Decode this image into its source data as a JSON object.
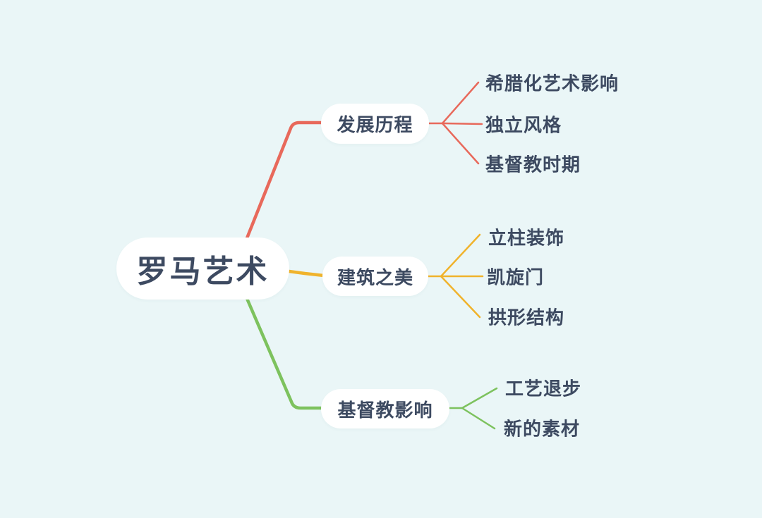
{
  "canvas": {
    "background_color": "#eaf6f7",
    "text_color": "#3d4a61",
    "node_fill_color": "#ffffff"
  },
  "mindmap": {
    "root": {
      "label": "罗马艺术"
    },
    "branches": [
      {
        "label": "发展历程",
        "color": "#e8695b",
        "children": [
          "希腊化艺术影响",
          "独立风格",
          "基督教时期"
        ]
      },
      {
        "label": "建筑之美",
        "color": "#f0b32c",
        "children": [
          "立柱装饰",
          "凯旋门",
          "拱形结构"
        ]
      },
      {
        "label": "基督教影响",
        "color": "#7dc25e",
        "children": [
          "工艺退步",
          "新的素材"
        ]
      }
    ]
  }
}
